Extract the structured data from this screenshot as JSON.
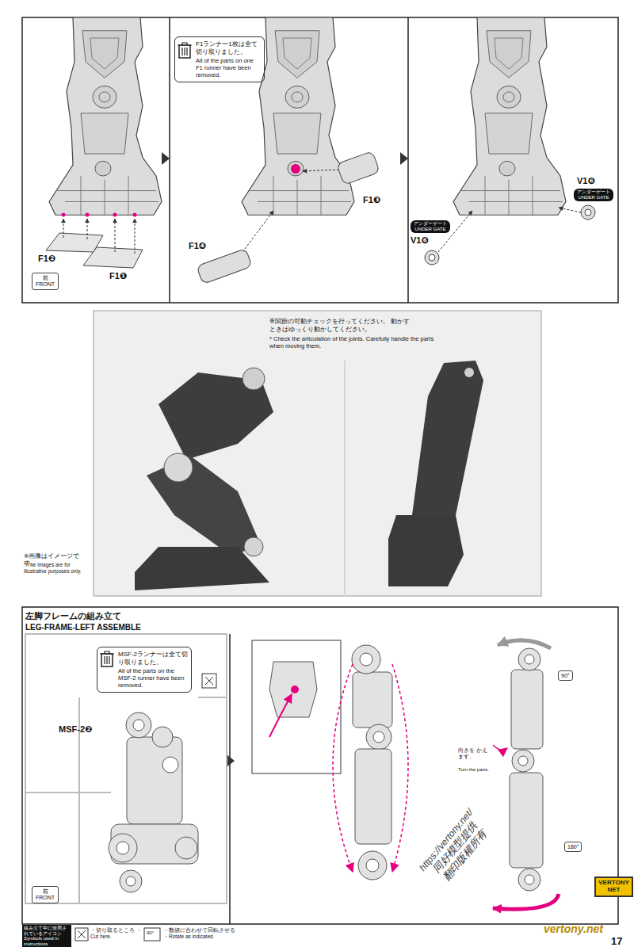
{
  "diagram": {
    "nodes": [
      {
        "text": [
          "F1ランナー1枚は全て切り取りました。",
          "All of the parts on one F1 runner have been removed."
        ]
      },
      {
        "text": [
          "前",
          "FRONT"
        ]
      },
      {
        "text": [
          "アンダーゲート",
          "UNDER GATE"
        ]
      },
      {
        "text": [
          "アンダーゲート",
          "UNDER GATE"
        ]
      },
      {
        "text": [
          "左脚フレームの組み立て",
          "LEG-FRAME-LEFT ASSEMBLE"
        ]
      },
      {
        "text": [
          "MSF-2ランナーは全て切り取りました。",
          "All of the parts on the MSF-2 runner have been removed."
        ]
      },
      {
        "text": [
          "前",
          "FRONT"
        ]
      },
      {
        "text": [
          "90°"
        ]
      },
      {
        "text": [
          "180°"
        ]
      },
      {
        "text": [
          "組み立て中に使用されているアイコン",
          "Symbols used in instructions"
        ]
      },
      {
        "text": [
          "VERTONY NET"
        ]
      }
    ],
    "labels": [
      "F1❷",
      "F1❶",
      "F1❸",
      "F1❹",
      "V1❻",
      "V1❻",
      "※関節の可動チェックを行ってください。 動かすときはゆっくり動かしてください。",
      "* Check the articulation of the joints. Carefully handle the parts when moving them.",
      "※画像はイメージです。",
      "* The images are for illustrative purposes only.",
      "MSF-2❷",
      "向きを かえます。",
      "Turn the parts.",
      "https://vertony.net/",
      "同好模型提供",
      "翻印版權所有",
      "90°",
      "vertony.net",
      "17"
    ],
    "legend": [
      {
        "text": "・切り取るところ ・Cut here."
      },
      {
        "text": "・数値に合わせて回転させる ・Rotate as indicated."
      }
    ]
  }
}
